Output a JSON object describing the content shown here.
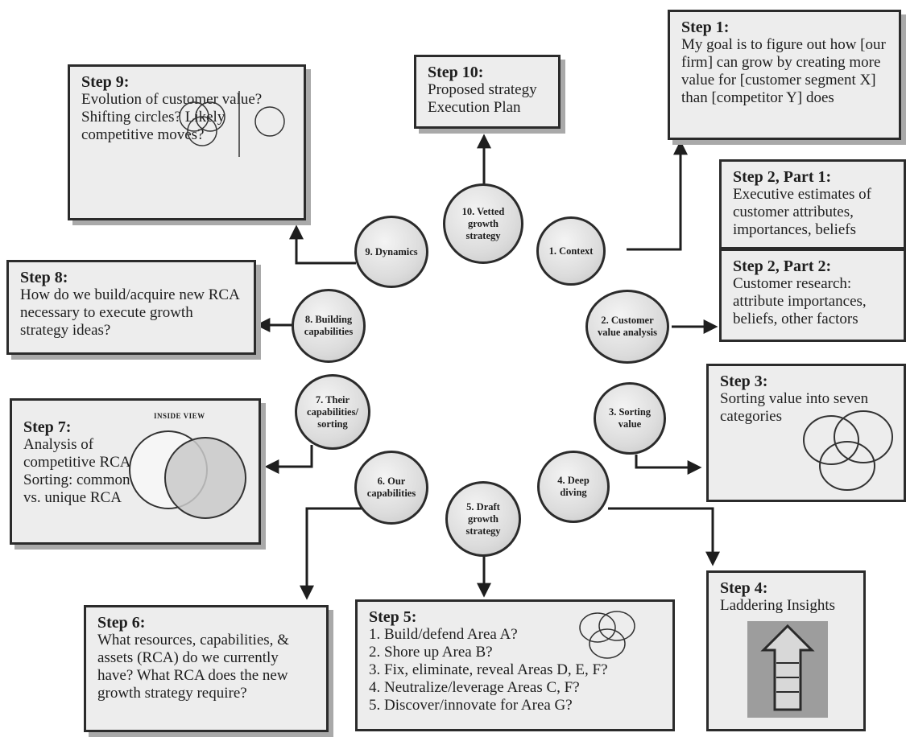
{
  "nodes": {
    "n1": "1. Context",
    "n2": "2. Customer value analysis",
    "n3": "3. Sorting value",
    "n4": "4. Deep diving",
    "n5": "5. Draft growth strategy",
    "n6": "6. Our capabilities",
    "n7": "7. Their capabilities/ sorting",
    "n8": "8. Building capabilities",
    "n9": "9. Dynamics",
    "n10": "10. Vetted growth strategy"
  },
  "steps": {
    "s1": {
      "title": "Step 1:",
      "body": "My goal is to figure out how [our firm] can grow by creating more value for [customer segment X] than [competitor Y] does"
    },
    "s2p1": {
      "title": "Step 2, Part 1:",
      "body": "Executive estimates of customer attributes, importances, beliefs"
    },
    "s2p2": {
      "title": "Step 2, Part 2:",
      "body": "Customer research: attribute importances, beliefs, other factors"
    },
    "s3": {
      "title": "Step 3:",
      "body": "Sorting value into seven categories"
    },
    "s4": {
      "title": "Step 4:",
      "body": "Laddering Insights"
    },
    "s5": {
      "title": "Step 5:",
      "items": [
        "1. Build/defend Area A?",
        "2. Shore up Area B?",
        "3. Fix, eliminate, reveal Areas D, E, F?",
        "4. Neutralize/leverage Areas C, F?",
        "5. Discover/innovate for Area G?"
      ]
    },
    "s6": {
      "title": "Step 6:",
      "body": "What resources, capabilities, & assets (RCA) do we currently have? What RCA does the new growth strategy require?"
    },
    "s7": {
      "title": "Step 7:",
      "body": "Analysis of competitive RCA. Sorting: common vs. unique RCA",
      "thumb_label": "INSIDE VIEW"
    },
    "s8": {
      "title": "Step 8:",
      "body": "How do we build/acquire new RCA necessary to execute growth strategy ideas?"
    },
    "s9": {
      "title": "Step 9:",
      "body": "Evolution of customer value? Shifting circles? Likely competitive moves?"
    },
    "s10": {
      "title": "Step 10:",
      "body": "Proposed strategy Execution Plan"
    }
  },
  "colors": {
    "box_fill": "#ededed",
    "border": "#2b2b2b",
    "shadow": "#a9a9a9",
    "node_fill": "#d8d8d8"
  }
}
